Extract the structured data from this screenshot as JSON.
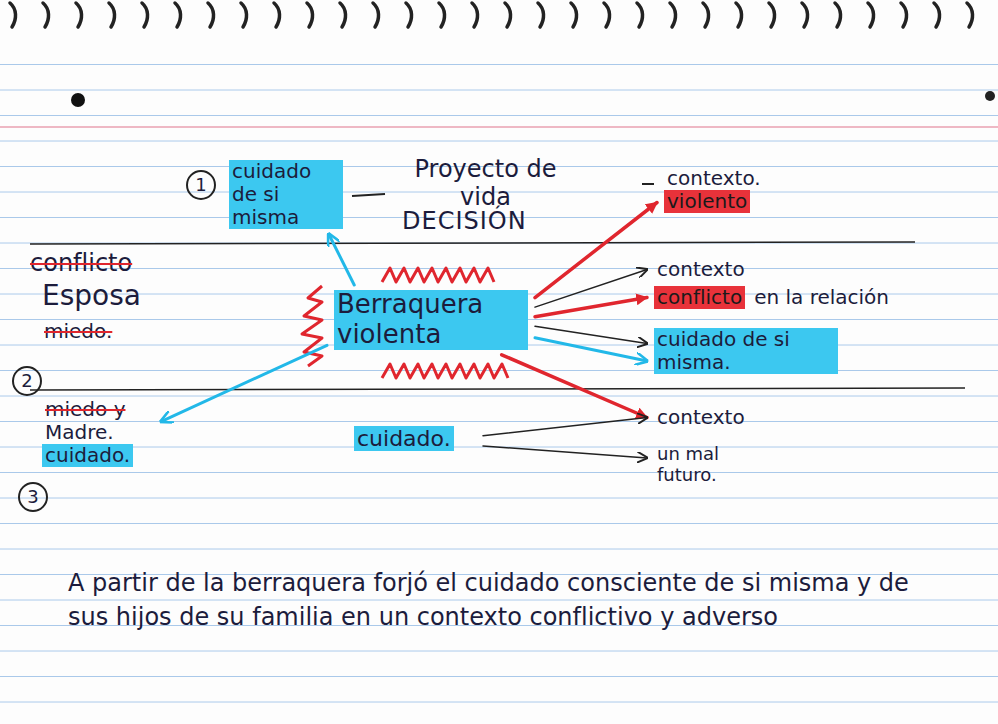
{
  "diagram": {
    "nodes": [
      {
        "text": [
          "cuidado de si misma"
        ]
      },
      {
        "text": [
          "contexto.",
          "violento"
        ]
      },
      {
        "text": [
          "Berraquera violenta"
        ]
      },
      {
        "text": [
          "contexto"
        ]
      },
      {
        "text": [
          "conflicto",
          "en la relación"
        ]
      },
      {
        "text": [
          "cuidado de si misma."
        ]
      },
      {
        "text": [
          "miedo y",
          "Madre.",
          "cuidado."
        ]
      },
      {
        "text": [
          "cuidado."
        ]
      },
      {
        "text": [
          "contexto"
        ]
      },
      {
        "text": [
          "un mal futuro."
        ]
      }
    ],
    "edges": [
      {
        "from": 2,
        "to": 0,
        "arrow": "to"
      },
      {
        "from": 2,
        "to": 1,
        "arrow": "to"
      },
      {
        "from": 2,
        "to": 3,
        "arrow": "to"
      },
      {
        "from": 2,
        "to": 4,
        "arrow": "to"
      },
      {
        "from": 2,
        "to": 5,
        "arrow": "to"
      },
      {
        "from": 2,
        "to": 5,
        "arrow": "to"
      },
      {
        "from": 2,
        "to": 6,
        "arrow": "to"
      },
      {
        "from": 2,
        "to": 8,
        "arrow": "to"
      },
      {
        "from": 7,
        "to": 8,
        "arrow": "to"
      },
      {
        "from": 7,
        "to": 9,
        "arrow": "to"
      }
    ],
    "labels": [
      "1",
      "Proyecto de vida",
      "DECISIÓN",
      "conflicto",
      "Esposa",
      "miedo.",
      "2",
      "3",
      "A partir de la berraquera forjó el cuidado consciente de si misma y de sus hijos de su familia en un contexto conflictivo y adverso"
    ]
  }
}
